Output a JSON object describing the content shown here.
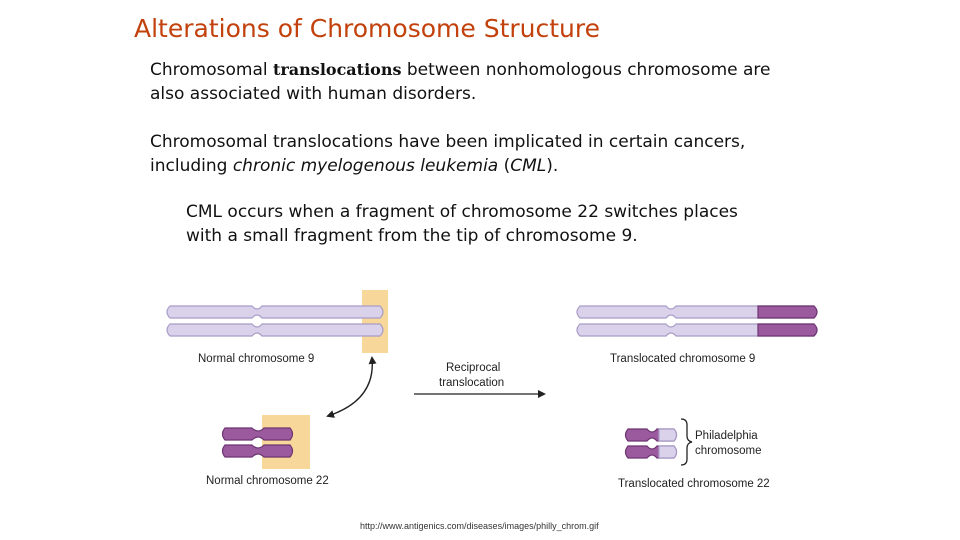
{
  "slide": {
    "title": "Alterations of Chromosome Structure",
    "p1": {
      "prefix": "Chromosomal ",
      "term": "translocations",
      "suffix": " between nonhomologous chromosome are",
      "line2": "also associated with human disorders."
    },
    "p2": {
      "line1": "Chromosomal translocations have been implicated in certain cancers,",
      "line2_prefix": "including ",
      "line2_ital": "chronic myelogenous leukemia",
      "line2_mid": " (",
      "line2_abbr": "CML",
      "line2_suffix": ")."
    },
    "p3": {
      "line1": "CML occurs when a fragment of chromosome 22 switches places",
      "line2": "with a small fragment from the tip of chromosome 9."
    },
    "source": "http://www.antigenics.com/diseases/images/philly_chrom.gif"
  },
  "figure": {
    "normal_chr9_label": "Normal chromosome 9",
    "normal_chr22_label": "Normal chromosome 22",
    "reciprocal_line1": "Reciprocal",
    "reciprocal_line2": "translocation",
    "translocated_chr9_label": "Translocated chromosome 9",
    "translocated_chr22_label": "Translocated chromosome 22",
    "philadelphia_line1": "Philadelphia",
    "philadelphia_line2": "chromosome",
    "colors": {
      "title": "#c2410c",
      "chr9": "#d9d2ea",
      "chr9_edge": "#a99cc7",
      "chr22": "#9b5a9e",
      "chr22_edge": "#6d3572",
      "highlight": "#f7d79a"
    }
  }
}
